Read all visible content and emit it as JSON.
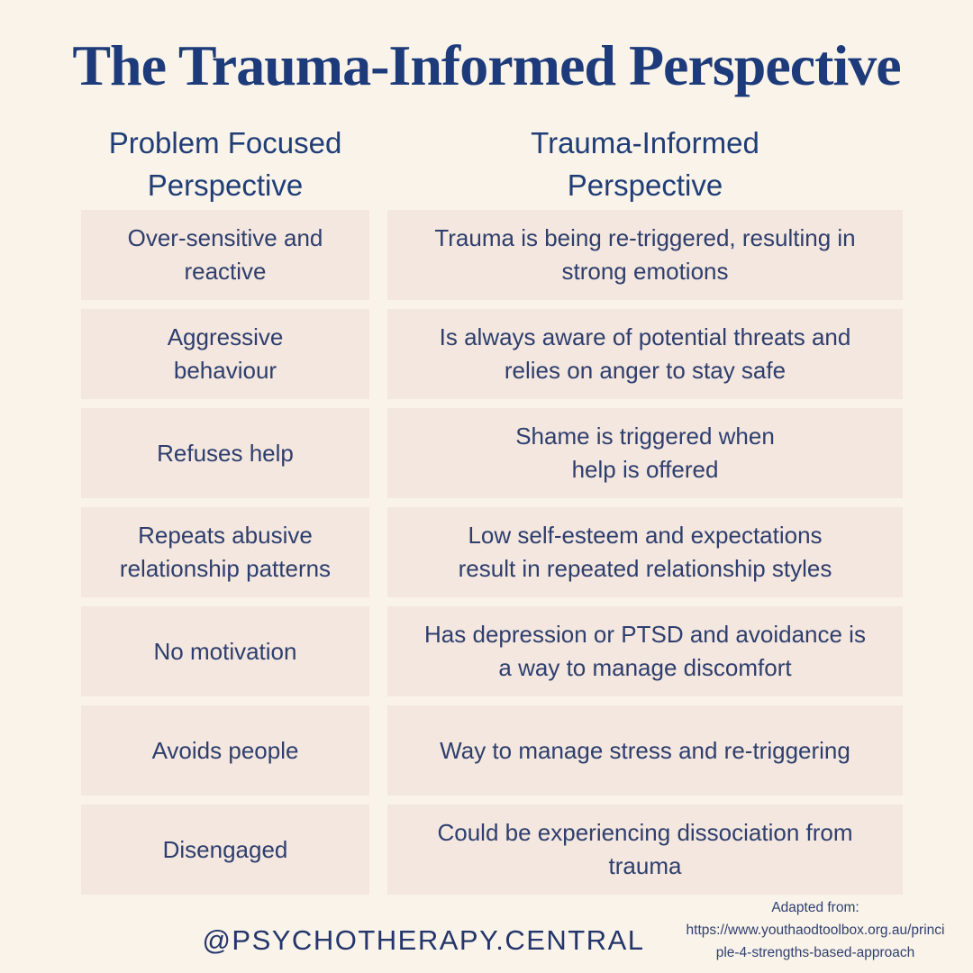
{
  "page": {
    "title": "The Trauma-Informed Perspective",
    "handle": "@PSYCHOTHERAPY.CENTRAL",
    "colors": {
      "background": "#f9f3ea",
      "cell_fill": "#f3e7df",
      "title_navy": "#1d3b7a",
      "body_navy": "#2e3e6d"
    }
  },
  "columns": {
    "problem": {
      "header": "Problem Focused\nPerspective"
    },
    "trauma": {
      "header": "Trauma-Informed\nPerspective"
    }
  },
  "rows": [
    {
      "problem": "Over-sensitive and\nreactive",
      "trauma": "Trauma is being re-triggered, resulting in\nstrong emotions"
    },
    {
      "problem": "Aggressive\nbehaviour",
      "trauma": "Is always aware of potential threats and\nrelies on anger to stay safe"
    },
    {
      "problem": "Refuses help",
      "trauma": "Shame is triggered when\nhelp is offered"
    },
    {
      "problem": "Repeats abusive\nrelationship patterns",
      "trauma": "Low self-esteem and expectations\nresult in repeated relationship styles"
    },
    {
      "problem": "No motivation",
      "trauma": "Has depression or PTSD and avoidance is\na way to manage discomfort"
    },
    {
      "problem": "Avoids people",
      "trauma": "Way to manage stress and re-triggering"
    },
    {
      "problem": "Disengaged",
      "trauma": "Could be experiencing dissociation from\ntrauma"
    }
  ],
  "attribution": {
    "label": "Adapted from:",
    "url_line1": "https://www.youthaodtoolbox.org.au/princi",
    "url_line2": "ple-4-strengths-based-approach"
  }
}
